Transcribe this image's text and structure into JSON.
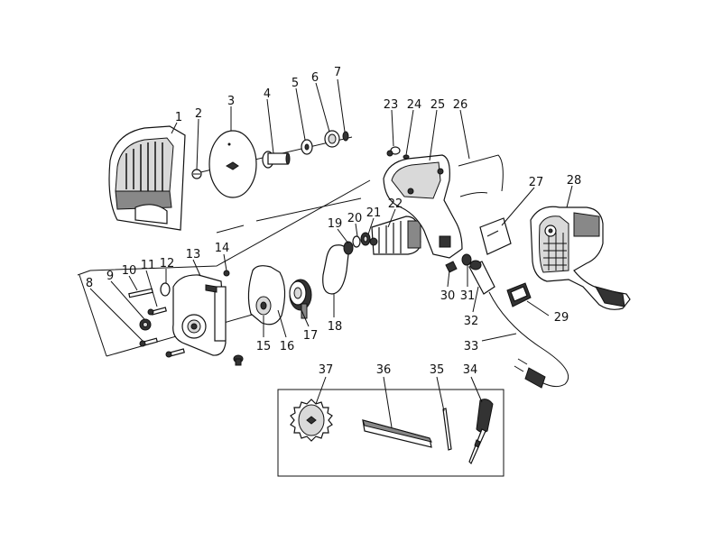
{
  "part_numbers": [
    "1",
    "2",
    "3",
    "4",
    "5",
    "6",
    "7",
    "8",
    "9",
    "10",
    "11",
    "12",
    "13",
    "14",
    "15",
    "16",
    "17",
    "18",
    "19",
    "20",
    "21",
    "22",
    "23",
    "24",
    "25",
    "26",
    "27",
    "28",
    "29",
    "30",
    "31",
    "32",
    "33",
    "34",
    "35",
    "36",
    "37"
  ],
  "colors": {
    "stroke": "#111111",
    "dark_fill": "#333333",
    "mid_fill": "#888888",
    "light_fill": "#d9d9d9"
  }
}
